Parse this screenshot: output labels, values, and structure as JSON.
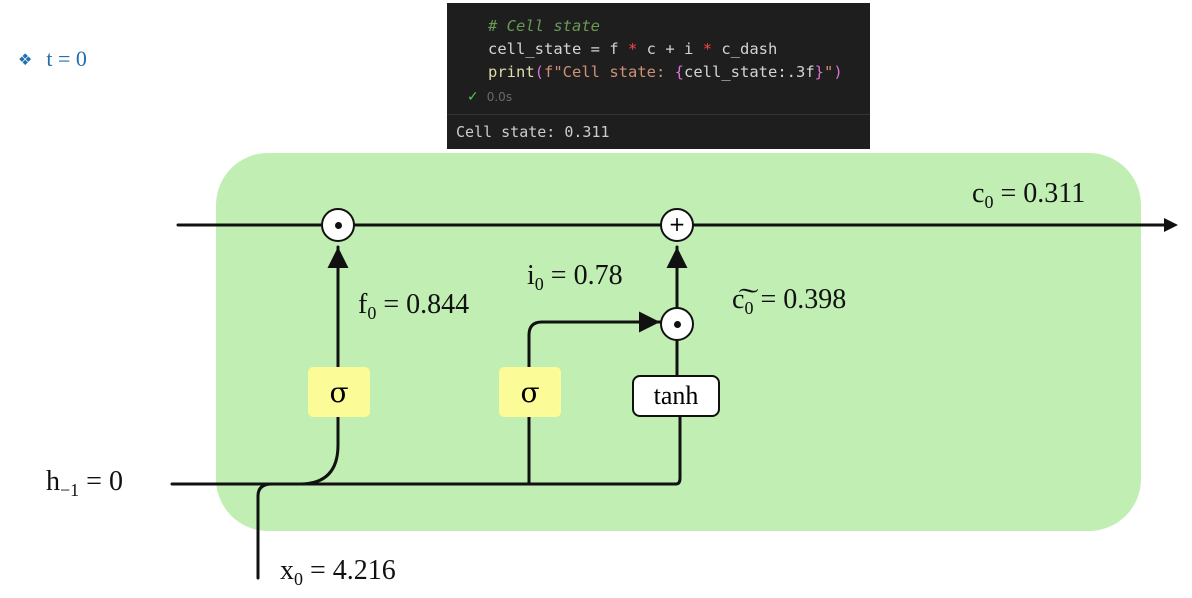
{
  "bullet": {
    "icon": "diamond-bullet-icon",
    "text": "t = 0"
  },
  "code": {
    "comment": "# Cell state",
    "line2": {
      "var": "cell_state",
      "eq": " = ",
      "a": "f",
      "mul1": " * ",
      "b": "c",
      "plus": " + ",
      "c": "i",
      "mul2": " * ",
      "d": "c_dash"
    },
    "line3": {
      "fn": "print",
      "open": "(",
      "str_start": "f\"Cell state: ",
      "brace_open": "{",
      "expr": "cell_state:.3f",
      "brace_close": "}",
      "str_end": "\"",
      "close": ")"
    },
    "status_time": "0.0s",
    "output": "Cell state: 0.311"
  },
  "diagram": {
    "gates": {
      "sigma_forget": "σ",
      "sigma_input": "σ",
      "tanh": "tanh"
    },
    "labels": {
      "c_out": {
        "base": "c",
        "sub": "0",
        "value": " = 0.311"
      },
      "f": {
        "base": "f",
        "sub": "0",
        "value": " = 0.844"
      },
      "i": {
        "base": "i",
        "sub": "0",
        "value": " = 0.78"
      },
      "c_tilde": {
        "base": "c͠",
        "sub": "0",
        "value": " = 0.398"
      },
      "h_prev": {
        "base": "h",
        "sub": "−1",
        "value": " = 0"
      },
      "x": {
        "base": "x",
        "sub": "0",
        "value": " = 4.216"
      }
    },
    "colors": {
      "cell_bg": "#c1eeb3",
      "gate_bg": "#fbfb98",
      "bullet": "#1f6fb2"
    }
  }
}
